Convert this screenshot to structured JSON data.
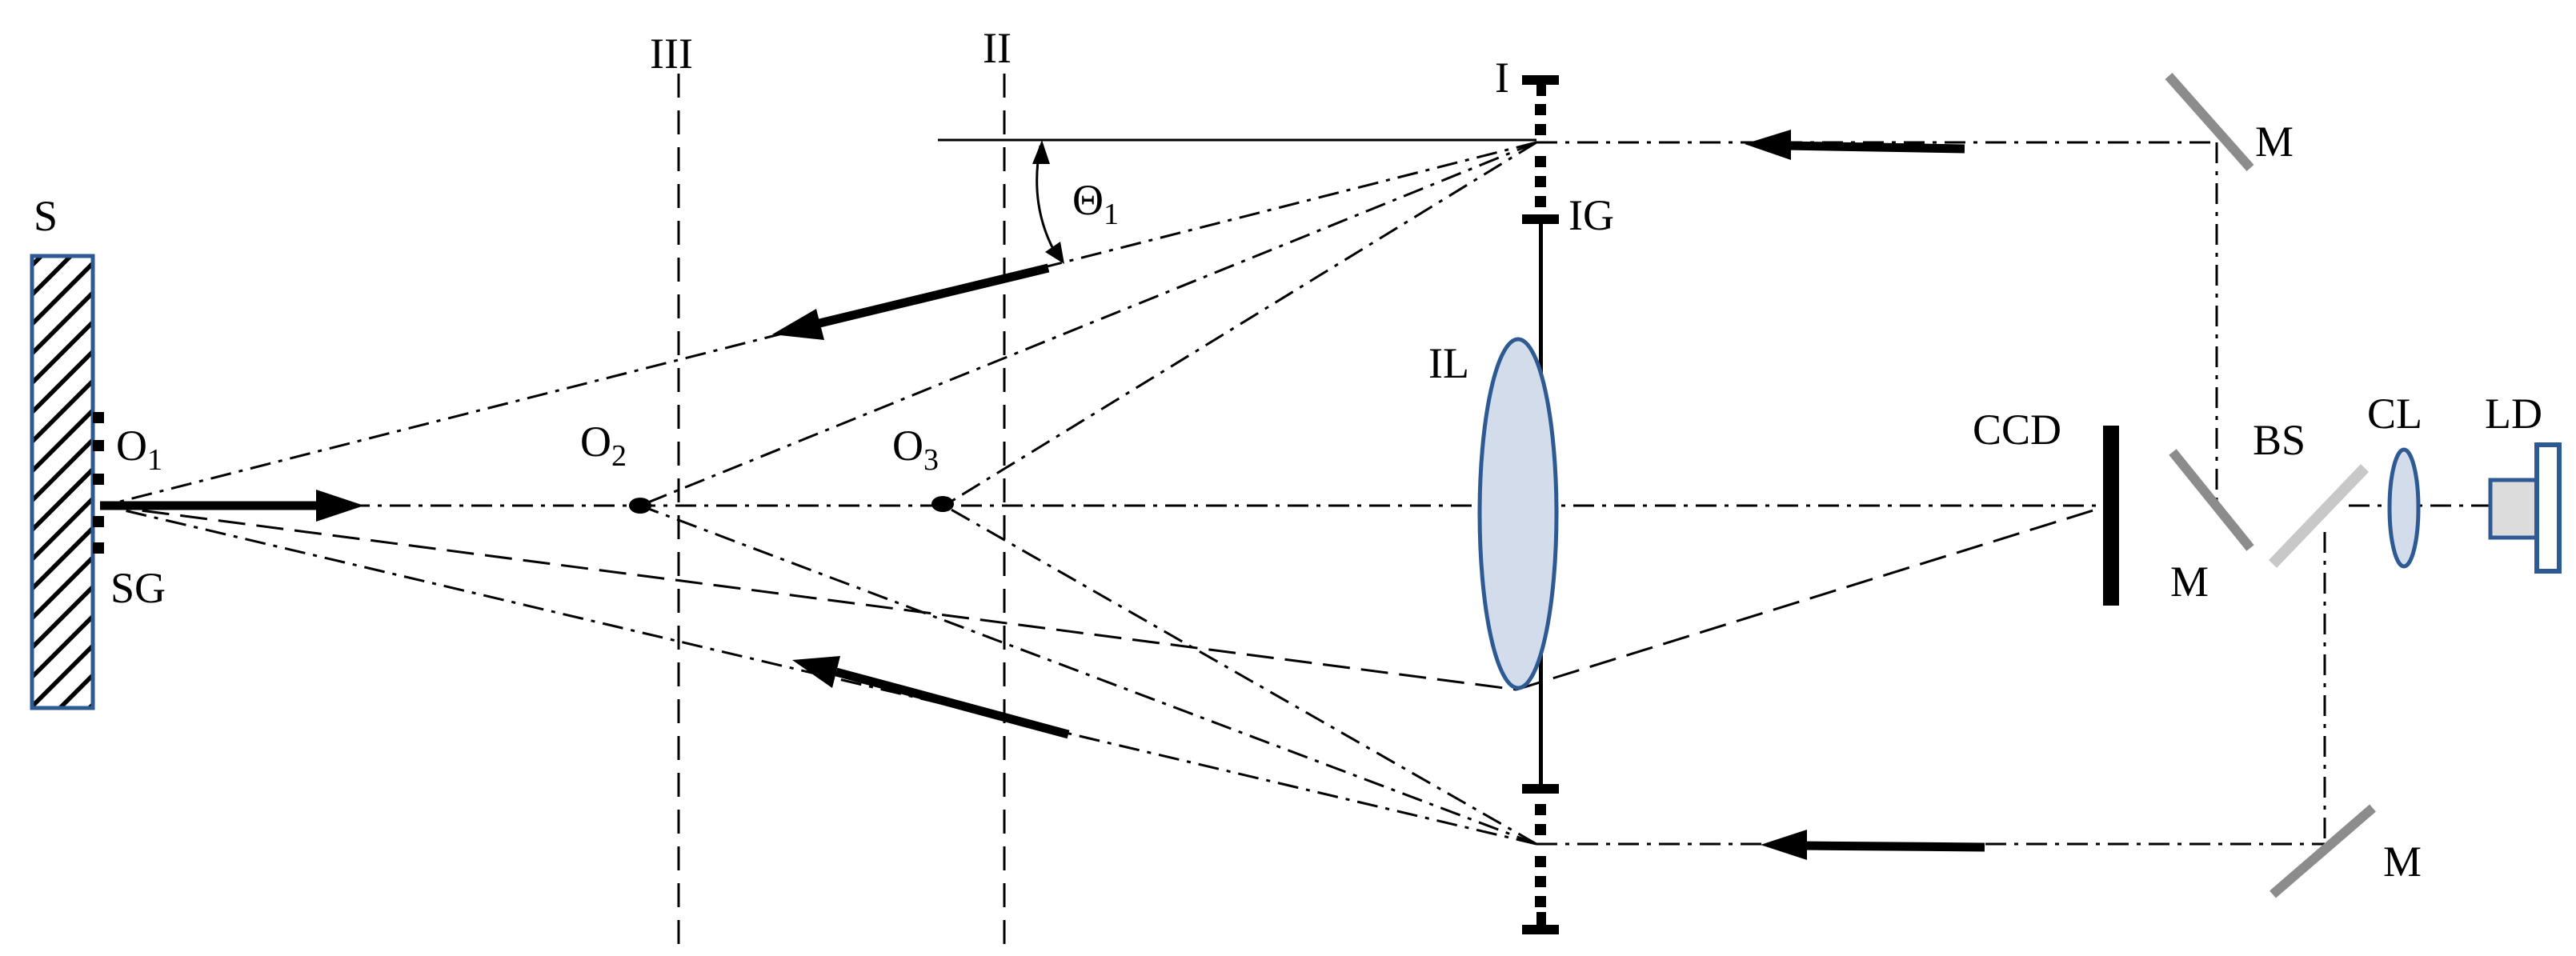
{
  "labels": {
    "S": "S",
    "SG": "SG",
    "O1": "O",
    "O1_sub": "1",
    "O2": "O",
    "O2_sub": "2",
    "O3": "O",
    "O3_sub": "3",
    "III": "III",
    "II": "II",
    "I": "I",
    "IG": "IG",
    "IL": "IL",
    "theta": "Θ",
    "theta_sub": "1",
    "CCD": "CCD",
    "M_top": "M",
    "M_mid": "M",
    "M_bottom": "M",
    "BS": "BS",
    "CL": "CL",
    "LD": "LD"
  },
  "colors": {
    "line": "#000000",
    "component_blue": "#2e5a94",
    "lens_fill": "#d3dcea",
    "mirror_gray": "#8c8c8c",
    "beamsplitter_gray": "#c8c8c8",
    "laser_fill": "#dcdcdc"
  }
}
